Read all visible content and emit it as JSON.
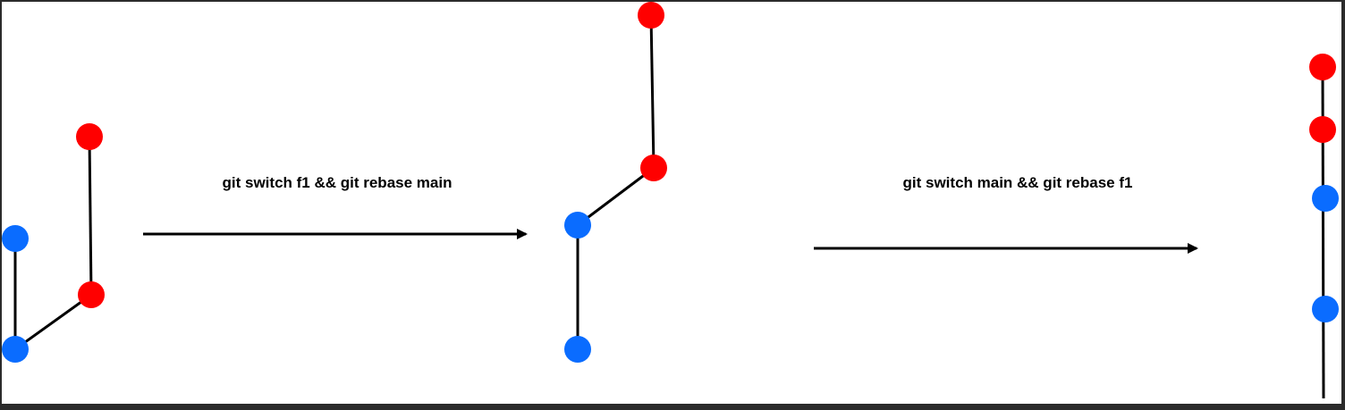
{
  "colors": {
    "main_branch": "#0a6cff",
    "feature_branch": "#ff0000",
    "edge": "#000000",
    "arrow": "#000000",
    "background": "#ffffff",
    "frame": "#2b2b2b"
  },
  "steps": [
    {
      "command": "git switch f1  && git rebase main"
    },
    {
      "command": "git switch main && git rebase f1"
    }
  ],
  "legend": {
    "main_branch": "blue",
    "feature_branch": "red"
  }
}
